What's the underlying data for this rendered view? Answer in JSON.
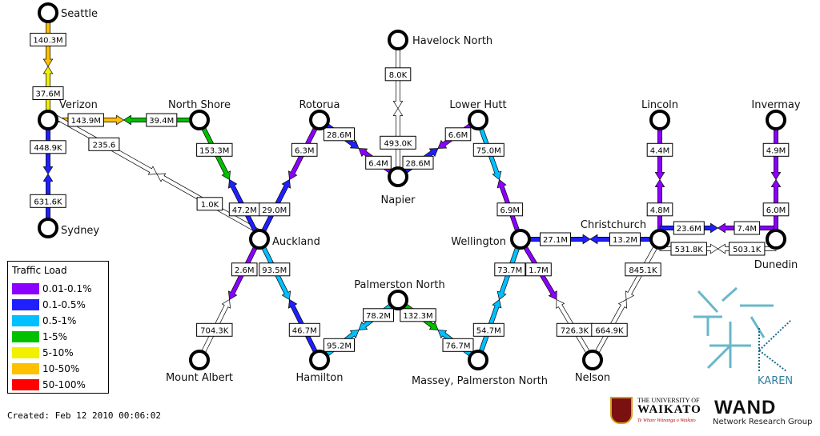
{
  "title": "",
  "created": "Created: Feb 12 2010 00:06:02",
  "legend": {
    "title": "Traffic Load",
    "items": [
      {
        "label": "0.01-0.1%",
        "color": "#8c00ff"
      },
      {
        "label": "0.1-0.5%",
        "color": "#2020ff"
      },
      {
        "label": "0.5-1%",
        "color": "#00c0ff"
      },
      {
        "label": "1-5%",
        "color": "#00c000"
      },
      {
        "label": "5-10%",
        "color": "#f0f000"
      },
      {
        "label": "10-50%",
        "color": "#ffc000"
      },
      {
        "label": "50-100%",
        "color": "#ff0000"
      }
    ]
  },
  "colors": {
    "none": "#ffffff"
  },
  "nodes": [
    {
      "id": "seattle",
      "label": "Seattle"
    },
    {
      "id": "verizon",
      "label": "Verizon"
    },
    {
      "id": "sydney",
      "label": "Sydney"
    },
    {
      "id": "northshore",
      "label": "North Shore"
    },
    {
      "id": "rotorua",
      "label": "Rotorua"
    },
    {
      "id": "havelock",
      "label": "Havelock North"
    },
    {
      "id": "napier",
      "label": "Napier"
    },
    {
      "id": "lowerhutt",
      "label": "Lower Hutt"
    },
    {
      "id": "lincoln",
      "label": "Lincoln"
    },
    {
      "id": "invermay",
      "label": "Invermay"
    },
    {
      "id": "auckland",
      "label": "Auckland"
    },
    {
      "id": "wellington",
      "label": "Wellington"
    },
    {
      "id": "christchurch",
      "label": "Christchurch"
    },
    {
      "id": "dunedin",
      "label": "Dunedin"
    },
    {
      "id": "palmerston",
      "label": "Palmerston North"
    },
    {
      "id": "mtalbert",
      "label": "Mount Albert"
    },
    {
      "id": "hamilton",
      "label": "Hamilton"
    },
    {
      "id": "massey",
      "label": "Massey, Palmerston North"
    },
    {
      "id": "nelson",
      "label": "Nelson"
    }
  ],
  "links": [
    {
      "a": "seattle",
      "b": "verizon",
      "ab": "140.3M",
      "ba": "37.6M",
      "ab_load": "10-50%",
      "ba_load": "5-10%"
    },
    {
      "a": "verizon",
      "b": "sydney",
      "ab": "448.9K",
      "ba": "631.6K",
      "ab_load": "0.1-0.5%",
      "ba_load": "0.1-0.5%"
    },
    {
      "a": "verizon",
      "b": "northshore",
      "ab": "143.9M",
      "ba": "39.4M",
      "ab_load": "10-50%",
      "ba_load": "1-5%"
    },
    {
      "a": "verizon",
      "b": "auckland",
      "ab": "235.6",
      "ba": "1.0K",
      "ab_load": "none",
      "ba_load": "none"
    },
    {
      "a": "northshore",
      "b": "auckland",
      "ab": "153.3M",
      "ba": "47.2M",
      "ab_load": "1-5%",
      "ba_load": "0.1-0.5%"
    },
    {
      "a": "rotorua",
      "b": "auckland",
      "ab": "6.3M",
      "ba": "29.0M",
      "ab_load": "0.01-0.1%",
      "ba_load": "0.1-0.5%"
    },
    {
      "a": "rotorua",
      "b": "napier",
      "ab": "28.6M",
      "ba": "6.4M",
      "ab_load": "0.1-0.5%",
      "ba_load": "0.01-0.1%"
    },
    {
      "a": "havelock",
      "b": "napier",
      "ab": "8.0K",
      "ba": "493.0K",
      "ab_load": "none",
      "ba_load": "none"
    },
    {
      "a": "lowerhutt",
      "b": "napier",
      "ab": "6.6M",
      "ba": "28.6M",
      "ab_load": "0.01-0.1%",
      "ba_load": "0.1-0.5%"
    },
    {
      "a": "lowerhutt",
      "b": "wellington",
      "ab": "75.0M",
      "ba": "6.9M",
      "ab_load": "0.5-1%",
      "ba_load": "0.01-0.1%"
    },
    {
      "a": "wellington",
      "b": "christchurch",
      "ab": "27.1M",
      "ba": "13.2M",
      "ab_load": "0.1-0.5%",
      "ba_load": "0.1-0.5%"
    },
    {
      "a": "lincoln",
      "b": "christchurch",
      "ab": "4.4M",
      "ba": "4.8M",
      "ab_load": "0.01-0.1%",
      "ba_load": "0.01-0.1%"
    },
    {
      "a": "christchurch",
      "b": "dunedin",
      "ab": "23.6M",
      "ba": "7.4M",
      "ab_load": "0.1-0.5%",
      "ba_load": "0.01-0.1%"
    },
    {
      "a": "invermay",
      "b": "dunedin",
      "ab": "4.9M",
      "ba": "6.0M",
      "ab_load": "0.01-0.1%",
      "ba_load": "0.01-0.1%"
    },
    {
      "a": "christchurch",
      "b": "dunedin",
      "ab": "531.8K",
      "ba": "503.1K",
      "ab_load": "none",
      "ba_load": "none"
    },
    {
      "a": "auckland",
      "b": "mtalbert",
      "ab": "2.6M",
      "ba": "704.3K",
      "ab_load": "0.01-0.1%",
      "ba_load": "none"
    },
    {
      "a": "auckland",
      "b": "hamilton",
      "ab": "93.5M",
      "ba": "46.7M",
      "ab_load": "0.5-1%",
      "ba_load": "0.1-0.5%"
    },
    {
      "a": "hamilton",
      "b": "palmerston",
      "ab": "95.2M",
      "ba": "78.2M",
      "ab_load": "0.5-1%",
      "ba_load": "0.5-1%"
    },
    {
      "a": "palmerston",
      "b": "massey",
      "ab": "132.3M",
      "ba": "76.7M",
      "ab_load": "1-5%",
      "ba_load": "0.5-1%"
    },
    {
      "a": "massey",
      "b": "wellington",
      "ab": "54.7M",
      "ba": "73.7M",
      "ab_load": "0.5-1%",
      "ba_load": "0.5-1%"
    },
    {
      "a": "wellington",
      "b": "nelson",
      "ab": "1.7M",
      "ba": "726.3K",
      "ab_load": "0.01-0.1%",
      "ba_load": "none"
    },
    {
      "a": "nelson",
      "b": "christchurch",
      "ab": "664.9K",
      "ba": "845.1K",
      "ab_load": "none",
      "ba_load": "none"
    }
  ],
  "logos": {
    "karen": "KAREN",
    "waikato_top": "THE UNIVERSITY OF",
    "waikato_name": "WAIKATO",
    "waikato_motto": "Te Whare Wānanga o Waikato",
    "wand_name": "WAND",
    "wand_sub": "Network Research Group"
  }
}
